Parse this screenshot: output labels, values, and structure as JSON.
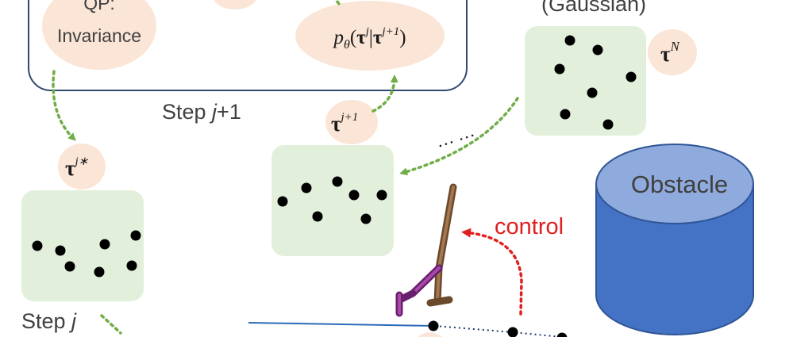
{
  "step_box": {
    "label_prefix": "Step ",
    "label_var": "j",
    "label_suffix": "+1"
  },
  "nodes": {
    "qp_line1": "QP:",
    "qp_line2": "Invariance",
    "p_theta": "p",
    "p_theta_sub": "θ",
    "p_theta_open": "(",
    "p_theta_tau1": "τ",
    "p_theta_sup1": "j",
    "p_theta_bar": "|",
    "p_theta_tau2": "τ",
    "p_theta_sup2": "j+1",
    "p_theta_close": ")",
    "gaussian": "(Gaussian)",
    "tau_n": "τ",
    "tau_n_sup": "N",
    "tau_j1": "τ",
    "tau_j1_sup": "j+1",
    "tau_jstar": "τ",
    "tau_jstar_sup": "j∗",
    "dots": "… …"
  },
  "step_j": {
    "prefix": "Step ",
    "var": "j"
  },
  "control_label": "control",
  "obstacle_label": "Obstacle",
  "colors": {
    "panel_green": "#e2efda",
    "node_pink": "#fbe5d6",
    "box_border": "#2f4a6e",
    "arrow_green": "#70ad47",
    "control_red": "#e02020",
    "obstacle_top": "#8faadc",
    "obstacle_body": "#4472c4",
    "obstacle_stroke": "#2f5597"
  }
}
